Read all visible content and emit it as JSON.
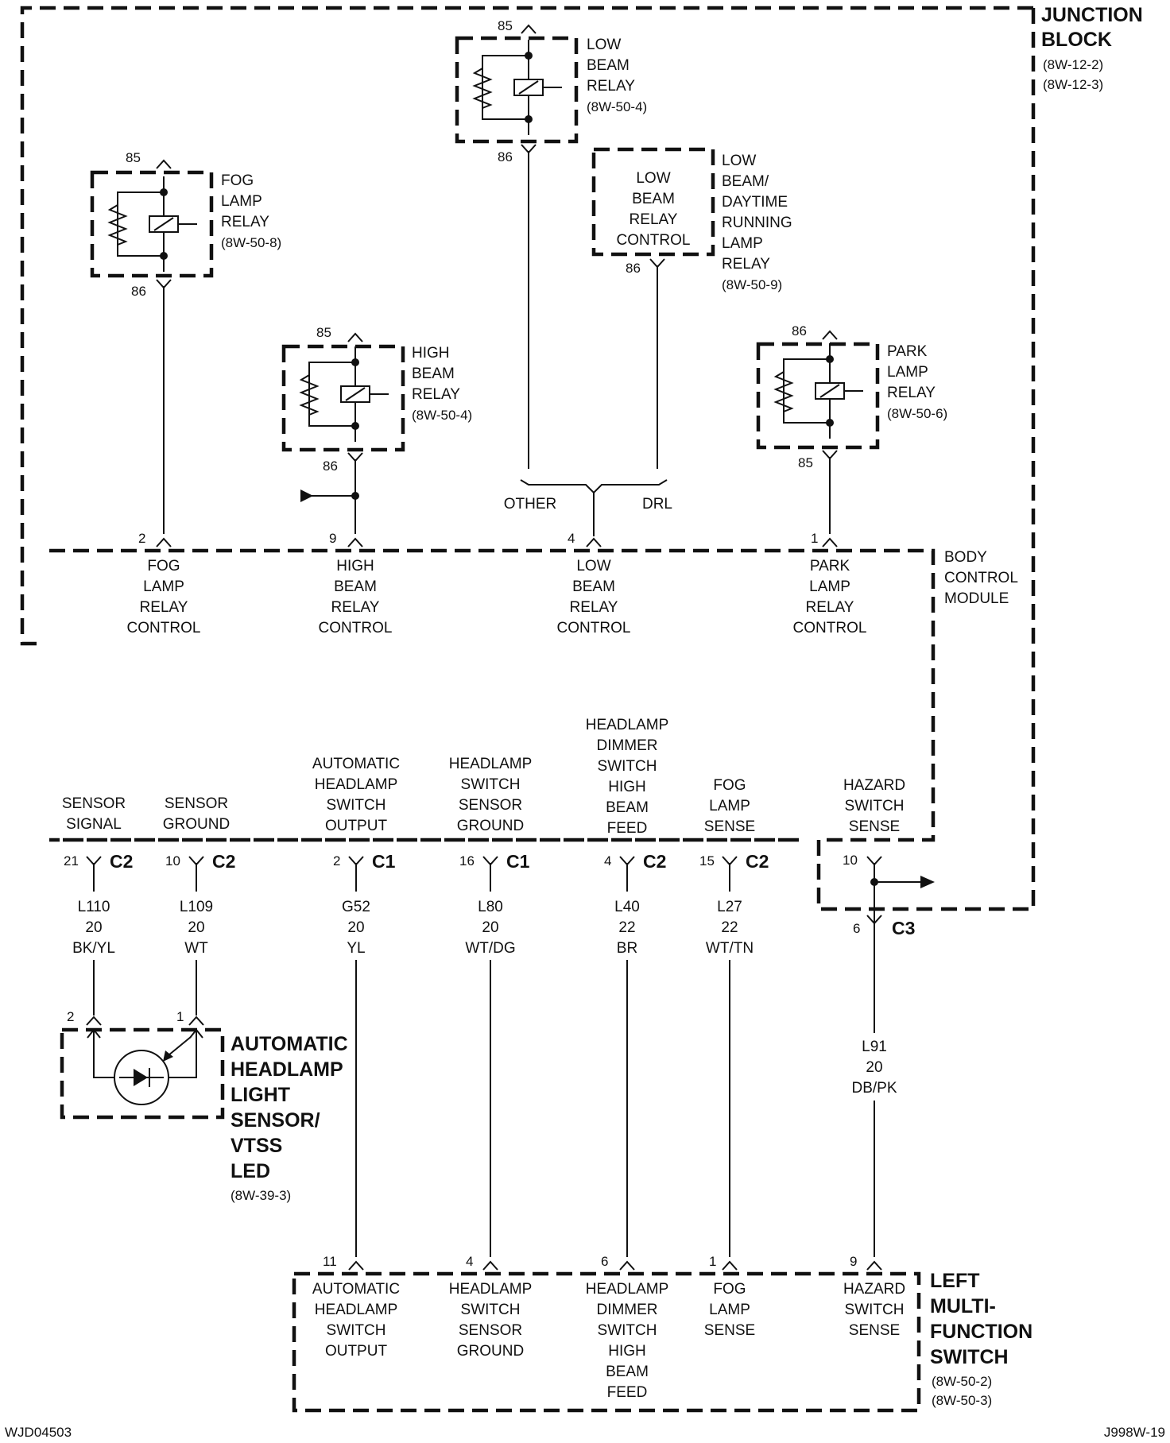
{
  "junction_block": {
    "title": [
      "JUNCTION",
      "BLOCK"
    ],
    "refs": [
      "(8W-12-2)",
      "(8W-12-3)"
    ]
  },
  "relays": {
    "low_beam": {
      "pin_top": "85",
      "pin_bottom": "86",
      "label": [
        "LOW",
        "BEAM",
        "RELAY",
        "(8W-50-4)"
      ]
    },
    "fog": {
      "pin_top": "85",
      "pin_bottom": "86",
      "label": [
        "FOG",
        "LAMP",
        "RELAY",
        "(8W-50-8)"
      ]
    },
    "high_beam": {
      "pin_top": "85",
      "pin_bottom": "86",
      "label": [
        "HIGH",
        "BEAM",
        "RELAY",
        "(8W-50-4)"
      ]
    },
    "park": {
      "pin_top": "86",
      "pin_bottom": "85",
      "label": [
        "PARK",
        "LAMP",
        "RELAY",
        "(8W-50-6)"
      ]
    },
    "drl": {
      "pin": "86",
      "box": [
        "LOW",
        "BEAM",
        "RELAY",
        "CONTROL"
      ],
      "label": [
        "LOW",
        "BEAM/",
        "DAYTIME",
        "RUNNING",
        "LAMP",
        "RELAY",
        "(8W-50-9)"
      ]
    }
  },
  "split": {
    "left": "OTHER",
    "right": "DRL"
  },
  "bcm": {
    "title": [
      "BODY",
      "CONTROL",
      "MODULE"
    ],
    "top_pins": [
      {
        "pin": "2",
        "label": [
          "FOG",
          "LAMP",
          "RELAY",
          "CONTROL"
        ]
      },
      {
        "pin": "9",
        "label": [
          "HIGH",
          "BEAM",
          "RELAY",
          "CONTROL"
        ]
      },
      {
        "pin": "4",
        "label": [
          "LOW",
          "BEAM",
          "RELAY",
          "CONTROL"
        ]
      },
      {
        "pin": "1",
        "label": [
          "PARK",
          "LAMP",
          "RELAY",
          "CONTROL"
        ]
      }
    ],
    "bottom_pins": [
      {
        "pin": "21",
        "conn": "C2",
        "label": [
          "SENSOR",
          "SIGNAL"
        ],
        "wire": [
          "L110",
          "20",
          "BK/YL"
        ]
      },
      {
        "pin": "10",
        "conn": "C2",
        "label": [
          "SENSOR",
          "GROUND"
        ],
        "wire": [
          "L109",
          "20",
          "WT"
        ]
      },
      {
        "pin": "2",
        "conn": "C1",
        "label": [
          "AUTOMATIC",
          "HEADLAMP",
          "SWITCH",
          "OUTPUT"
        ],
        "wire": [
          "G52",
          "20",
          "YL"
        ]
      },
      {
        "pin": "16",
        "conn": "C1",
        "label": [
          "HEADLAMP",
          "SWITCH",
          "SENSOR",
          "GROUND"
        ],
        "wire": [
          "L80",
          "20",
          "WT/DG"
        ]
      },
      {
        "pin": "4",
        "conn": "C2",
        "label": [
          "HEADLAMP",
          "DIMMER",
          "SWITCH",
          "HIGH",
          "BEAM",
          "FEED"
        ],
        "wire": [
          "L40",
          "22",
          "BR"
        ]
      },
      {
        "pin": "15",
        "conn": "C2",
        "label": [
          "FOG",
          "LAMP",
          "SENSE"
        ],
        "wire": [
          "L27",
          "22",
          "WT/TN"
        ]
      },
      {
        "pin": "10",
        "label": [
          "HAZARD",
          "SWITCH",
          "SENSE"
        ]
      }
    ]
  },
  "c3": {
    "pin": "6",
    "conn": "C3",
    "wire": [
      "L91",
      "20",
      "DB/PK"
    ]
  },
  "sensor": {
    "pin_left": "2",
    "pin_right": "1",
    "title": [
      "AUTOMATIC",
      "HEADLAMP",
      "LIGHT",
      "SENSOR/",
      "VTSS",
      "LED"
    ],
    "ref": "(8W-39-3)"
  },
  "mfs": {
    "title": [
      "LEFT",
      "MULTI-",
      "FUNCTION",
      "SWITCH"
    ],
    "refs": [
      "(8W-50-2)",
      "(8W-50-3)"
    ],
    "pins": [
      {
        "pin": "11",
        "label": [
          "AUTOMATIC",
          "HEADLAMP",
          "SWITCH",
          "OUTPUT"
        ]
      },
      {
        "pin": "4",
        "label": [
          "HEADLAMP",
          "SWITCH",
          "SENSOR",
          "GROUND"
        ]
      },
      {
        "pin": "6",
        "label": [
          "HEADLAMP",
          "DIMMER",
          "SWITCH",
          "HIGH",
          "BEAM",
          "FEED"
        ]
      },
      {
        "pin": "1",
        "label": [
          "FOG",
          "LAMP",
          "SENSE"
        ]
      },
      {
        "pin": "9",
        "label": [
          "HAZARD",
          "SWITCH",
          "SENSE"
        ]
      }
    ]
  },
  "footer": {
    "left": "WJD04503",
    "right": "J998W-19"
  }
}
